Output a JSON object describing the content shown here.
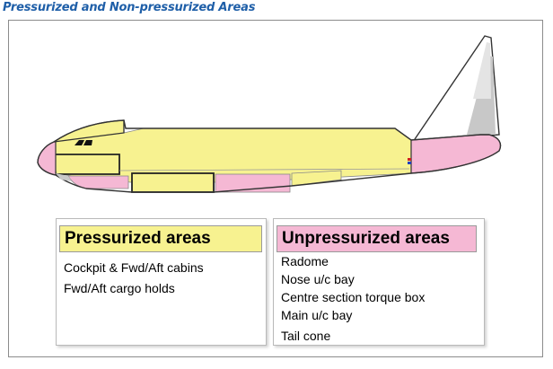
{
  "page": {
    "title": "Pressurized and Non-pressurized Areas"
  },
  "colors": {
    "title": "#1f5fa8",
    "pressurized": "#f7f290",
    "unpressurized": "#f5b8d4",
    "outline": "#333333",
    "frame": "#8c8c8c"
  },
  "legend": {
    "pressurized": {
      "heading": "Pressurized areas",
      "items": [
        "Cockpit & Fwd/Aft cabins",
        "Fwd/Aft cargo holds"
      ]
    },
    "unpressurized": {
      "heading": "Unpressurized areas",
      "items": [
        "Radome",
        "Nose u/c bay",
        "Centre section torque box",
        "Main u/c bay",
        "Tail cone"
      ]
    }
  }
}
